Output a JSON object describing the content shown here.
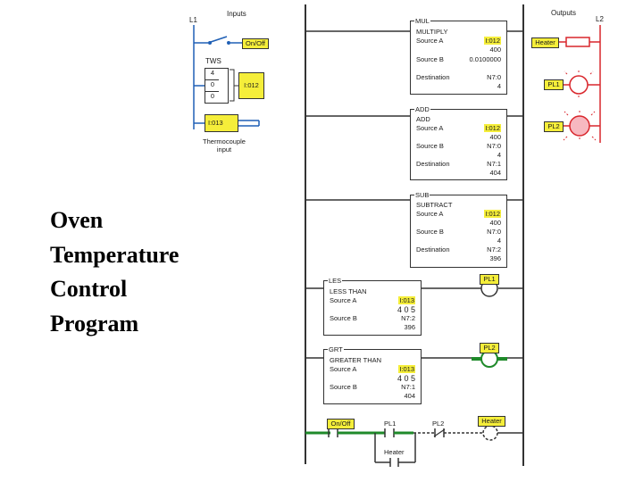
{
  "slide_title": [
    "Oven",
    "Temperature",
    "Control",
    "Program"
  ],
  "inputs": {
    "header": "Inputs",
    "rail_label": "L1",
    "switch_tag": "On/Off",
    "tws_label": "TWS",
    "tws_digits": [
      "4",
      "0",
      "0"
    ],
    "tws_address": "I:012",
    "thermo_address": "I:013",
    "thermo_label": [
      "Thermocouple",
      "input"
    ]
  },
  "outputs": {
    "header": "Outputs",
    "rail_label": "L2",
    "heater_tag": "Heater",
    "pl1_tag": "PL1",
    "pl2_tag": "PL2"
  },
  "rungs": {
    "mul": {
      "tag": "MUL",
      "name": "MULTIPLY",
      "source_a_label": "Source A",
      "source_a_addr": "I:012",
      "source_a_val": "400",
      "source_b_label": "Source B",
      "source_b_val": "0.0100000",
      "dest_label": "Destination",
      "dest_addr": "N7:0",
      "dest_val": "4"
    },
    "add": {
      "tag": "ADD",
      "name": "ADD",
      "source_a_label": "Source A",
      "source_a_addr": "I:012",
      "source_a_val": "400",
      "source_b_label": "Source B",
      "source_b_addr": "N7:0",
      "source_b_val": "4",
      "dest_label": "Destination",
      "dest_addr": "N7:1",
      "dest_val": "404"
    },
    "sub": {
      "tag": "SUB",
      "name": "SUBTRACT",
      "source_a_label": "Source A",
      "source_a_addr": "I:012",
      "source_a_val": "400",
      "source_b_label": "Source B",
      "source_b_addr": "N7:0",
      "source_b_val": "4",
      "dest_label": "Destination",
      "dest_addr": "N7:2",
      "dest_val": "396"
    },
    "les": {
      "tag": "LES",
      "name": "LESS THAN",
      "source_a_label": "Source A",
      "source_a_addr": "I:013",
      "source_a_val": "4 0 5",
      "source_b_label": "Source B",
      "source_b_addr": "N7:2",
      "source_b_val": "396",
      "coil_label": "PL1"
    },
    "grt": {
      "tag": "GRT",
      "name": "GREATER THAN",
      "source_a_label": "Source A",
      "source_a_addr": "I:013",
      "source_a_val": "4 0 5",
      "source_b_label": "Source B",
      "source_b_addr": "N7:1",
      "source_b_val": "404",
      "coil_label": "PL2"
    },
    "last": {
      "onoff_label": "On/Off",
      "pl1_label": "PL1",
      "pl2_label": "PL2",
      "heater_coil_label": "Heater",
      "heater_seal_label": "Heater"
    }
  },
  "colors": {
    "energized": "#1f8a2a",
    "highlight": "#f5ee3a",
    "output_wire": "#d9262c",
    "input_wire": "#1f5fb5",
    "lamp_on": "#f7b8c0"
  }
}
